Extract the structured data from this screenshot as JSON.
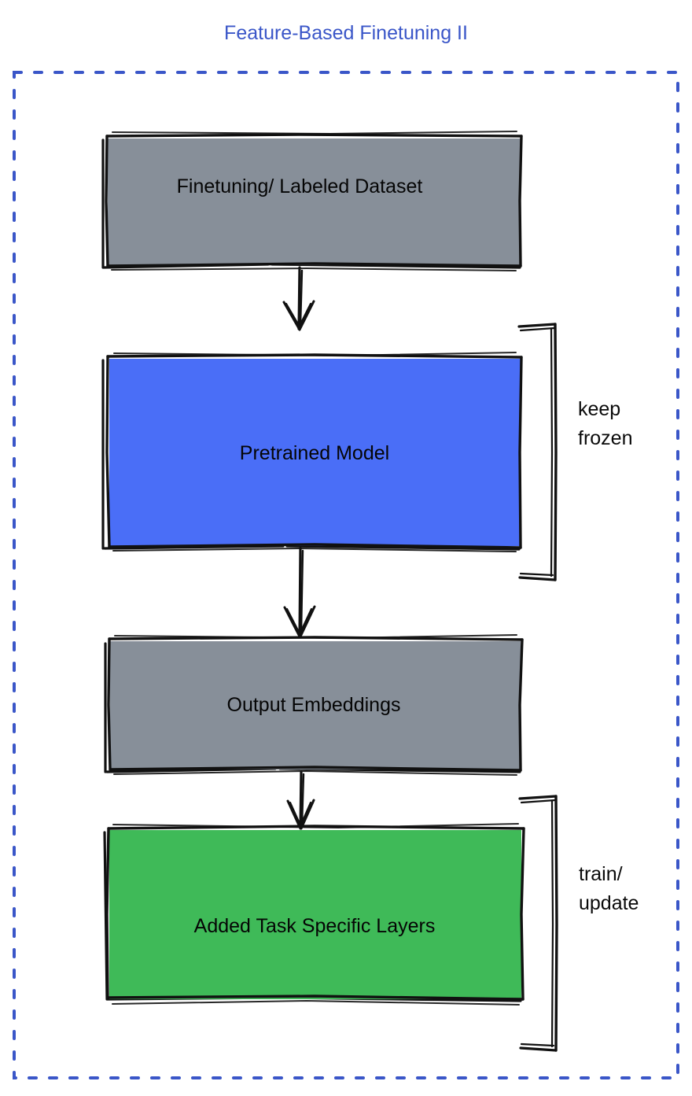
{
  "title": "Feature-Based Finetuning II",
  "colors": {
    "title_text": "#3a56c8",
    "dashed_border": "#3a56c8",
    "gray_box": "#878f99",
    "blue_box": "#4a6ef7",
    "green_box": "#3fba58",
    "outline": "#111111",
    "label_text": "#0a0a0a",
    "background": "#ffffff"
  },
  "container": {
    "name": "dashed-outline-frame",
    "style": "dashed",
    "color": "#3a56c8"
  },
  "nodes": [
    {
      "id": "dataset",
      "label": "Finetuning/ Labeled Dataset",
      "fill": "#878f99",
      "shape": "rectangle"
    },
    {
      "id": "pretrained",
      "label": "Pretrained Model",
      "fill": "#4a6ef7",
      "shape": "rectangle"
    },
    {
      "id": "embeddings",
      "label": "Output Embeddings",
      "fill": "#878f99",
      "shape": "rectangle"
    },
    {
      "id": "task-layers",
      "label": "Added Task Specific Layers",
      "fill": "#3fba58",
      "shape": "rectangle"
    }
  ],
  "edges": [
    {
      "from": "dataset",
      "to": "pretrained",
      "arrow": "down"
    },
    {
      "from": "pretrained",
      "to": "embeddings",
      "arrow": "down"
    },
    {
      "from": "embeddings",
      "to": "task-layers",
      "arrow": "down"
    }
  ],
  "annotations": [
    {
      "id": "keep-frozen",
      "target": "pretrained",
      "line1": "keep",
      "line2": "frozen",
      "bracket": "right"
    },
    {
      "id": "train-update",
      "target": "task-layers",
      "line1": "train/",
      "line2": "update",
      "bracket": "right"
    }
  ]
}
